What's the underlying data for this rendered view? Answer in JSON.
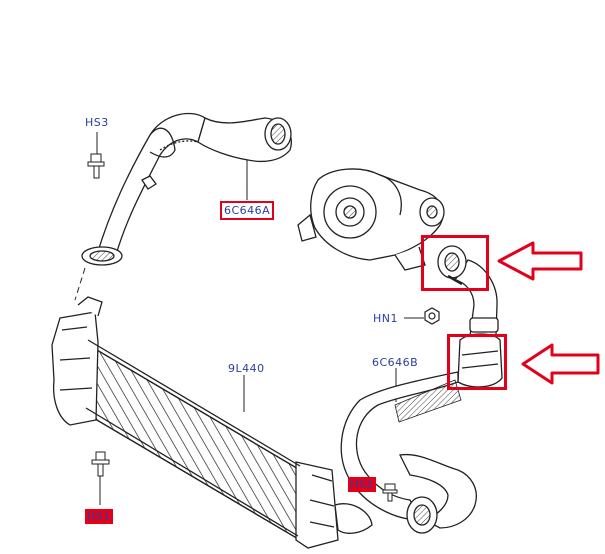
{
  "labels": {
    "hs3": "HS3",
    "hose_a": "6C646A",
    "hn1": "HN1",
    "hose_b": "6C646B",
    "intercooler": "9L440",
    "hs2": "HS2",
    "hs1": "HS1"
  },
  "colors": {
    "label_text": "#2b3f9e",
    "highlight": "#e3001b",
    "line": "#222222"
  },
  "icons": [
    "bolt-icon",
    "arrow-left-icon"
  ]
}
